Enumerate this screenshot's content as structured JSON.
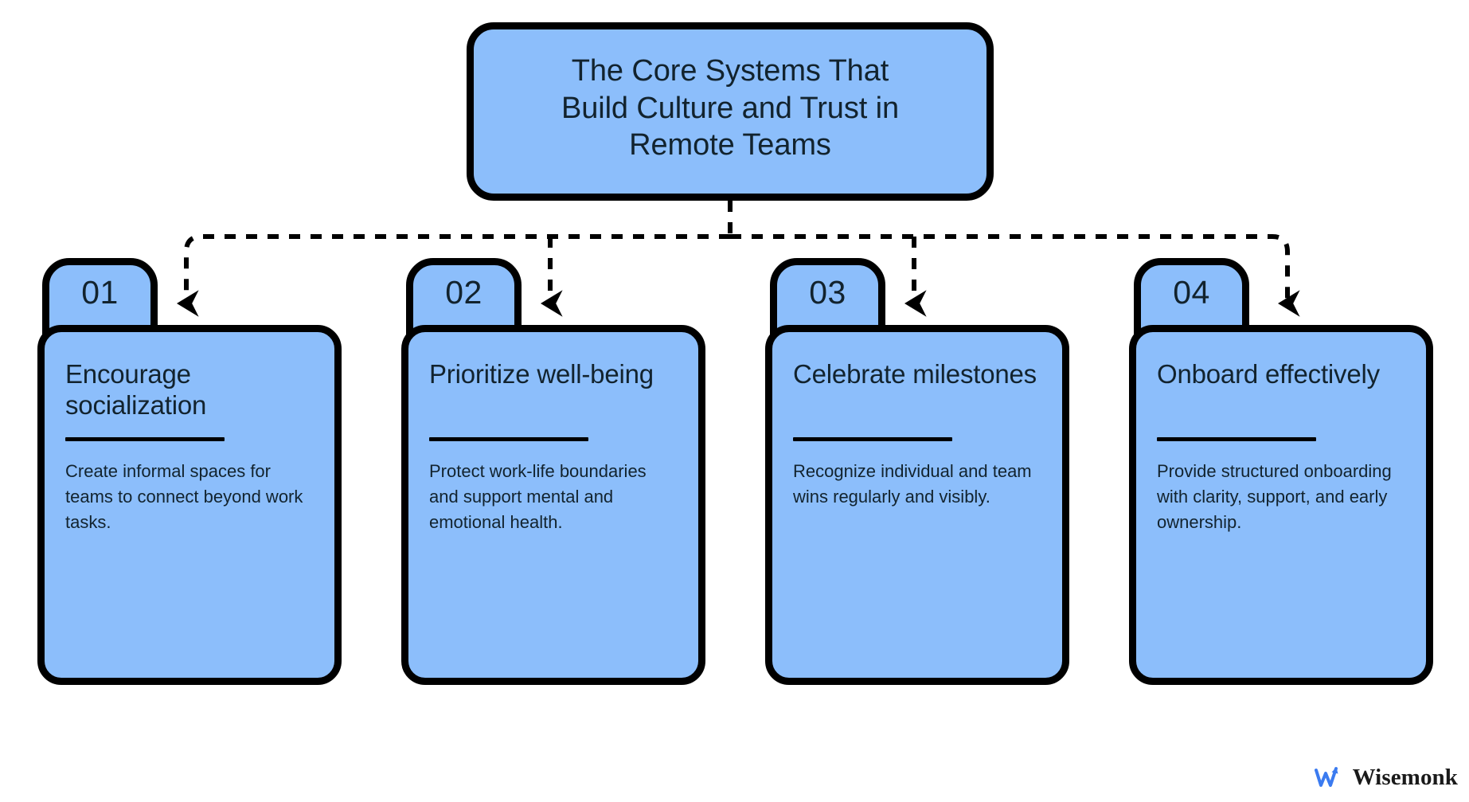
{
  "diagram": {
    "title": "The Core Systems That Build Culture and Trust in Remote Teams",
    "title_line1": "The Core Systems That",
    "title_line2": "Build Culture and Trust in",
    "title_line3": "Remote Teams",
    "colors": {
      "card_fill": "#8CBEFB",
      "outline": "#000000",
      "text": "#12232E",
      "background": "#FFFFFF",
      "logo_mark": "#3B7BF0"
    },
    "connector_style": "dashed-arrow",
    "cards": [
      {
        "number": "01",
        "heading": "Encourage socialization",
        "description": "Create informal spaces for teams to connect beyond work tasks."
      },
      {
        "number": "02",
        "heading": "Prioritize well-being",
        "description": "Protect work-life boundaries and support mental and emotional health."
      },
      {
        "number": "03",
        "heading": "Celebrate milestones",
        "description": "Recognize individual and team wins regularly and visibly."
      },
      {
        "number": "04",
        "heading": "Onboard effectively",
        "description": "Provide structured onboarding with clarity, support, and early ownership."
      }
    ]
  },
  "logo": {
    "name": "Wisemonk",
    "mark": "wisemonk-zigzag-arrow-icon"
  }
}
